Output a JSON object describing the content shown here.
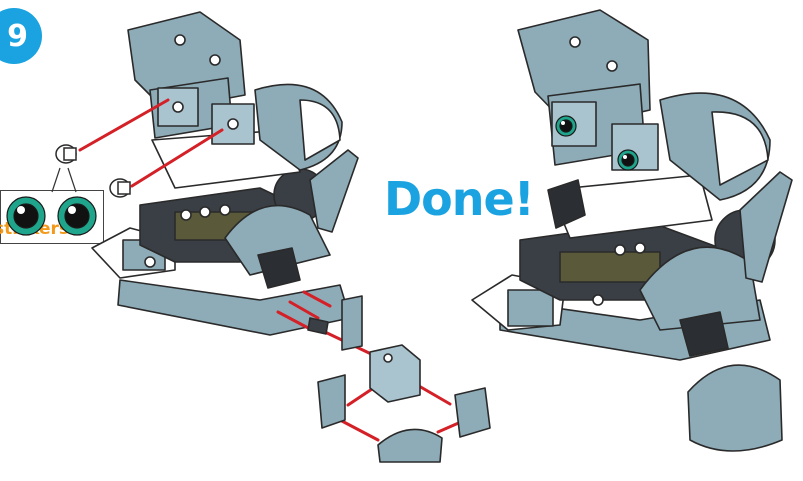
{
  "step_number": "9",
  "done_text": "Done!",
  "stickers_label": "stickers",
  "colors": {
    "accent_blue": "#1aa3e0",
    "label_orange": "#f39a1c",
    "brick_blue": "#8eacb8",
    "brick_dark": "#2b2f33",
    "guide_line": "#d42027",
    "eye_green": "#1fa58c"
  }
}
